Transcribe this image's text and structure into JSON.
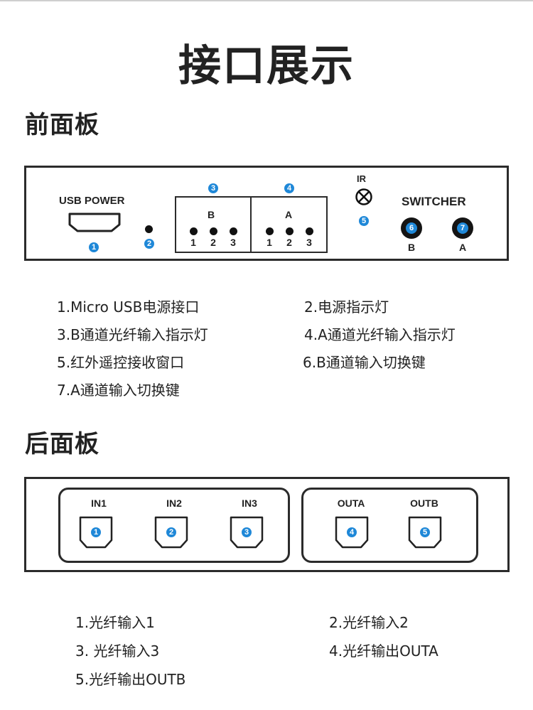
{
  "title": "接口展示",
  "front": {
    "heading": "前面板",
    "usb_label": "USB POWER",
    "usb_badge": "1",
    "power_badge": "2",
    "group_b_badge": "3",
    "group_a_badge": "4",
    "group_b_label": "B",
    "group_a_label": "A",
    "led_numbers": [
      "1",
      "2",
      "3"
    ],
    "ir_label": "IR",
    "ir_badge": "5",
    "switcher_label": "SWITCHER",
    "button_b_badge": "6",
    "button_a_badge": "7",
    "button_b_label": "B",
    "button_a_label": "A",
    "items": [
      "1.Micro USB电源接口",
      "2.电源指示灯",
      "3.B通道光纤输入指示灯",
      "4.A通道光纤输入指示灯",
      "5.红外遥控接收窗口",
      "6.B通道输入切换键",
      "7.A通道输入切换键"
    ]
  },
  "rear": {
    "heading": "后面板",
    "ports": [
      {
        "label": "IN1",
        "badge": "1"
      },
      {
        "label": "IN2",
        "badge": "2"
      },
      {
        "label": "IN3",
        "badge": "3"
      },
      {
        "label": "OUTA",
        "badge": "4"
      },
      {
        "label": "OUTB",
        "badge": "5"
      }
    ],
    "items": [
      "1.光纤输入1",
      "2.光纤输入2",
      "3. 光纤输入3",
      "4.光纤输出OUTA",
      "5.光纤输出OUTB"
    ]
  },
  "colors": {
    "badge": "#1f88d8",
    "border": "#2b2b2b"
  }
}
